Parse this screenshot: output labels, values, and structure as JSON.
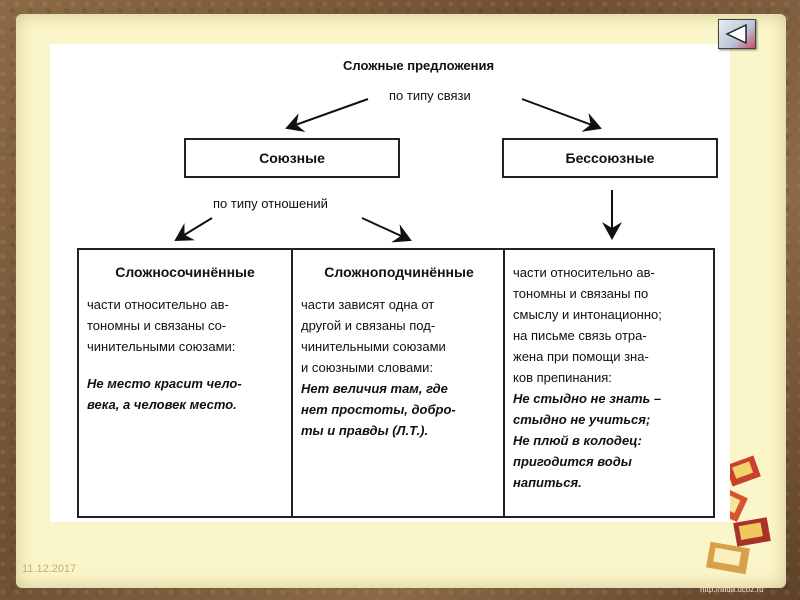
{
  "slide": {
    "date": "11.12.2017",
    "site": "http://aida.ucoz.ru"
  },
  "diagram": {
    "title": "Сложные предложения",
    "link_type_label": "по типу связи",
    "relation_type_label": "по типу отношений",
    "union_box": "Союзные",
    "nonunion_box": "Бессоюзные",
    "columns": [
      {
        "title": "Сложносочинённые",
        "text": "части относительно ав-\nтономны и связаны со-\nчинительными союзами:",
        "example": "Не место красит чело-\nвека, а человек место."
      },
      {
        "title": "Сложноподчинённые",
        "text": "части зависят одна от\nдругой и связаны под-\nчинительными союзами\nи союзными словами:",
        "example": "Нет величия там, где\nнет простоты, добро-\nты и правды (Л.Т.)."
      },
      {
        "title": "",
        "text": "части относительно ав-\nтономны и связаны по\nсмыслу и интонационно;\nна письме связь отра-\nжена при помощи зна-\nков препинания:",
        "example": "Не стыдно не знать –\nстыдно не учиться;\nНе плюй в колодец:\nпригодится воды\nнапиться."
      }
    ]
  },
  "icons": {
    "back": "triangle-left-icon"
  },
  "colors": {
    "slide_bg": "#fbf6c9",
    "frame": "#7a5a3a",
    "ink": "#111111"
  }
}
